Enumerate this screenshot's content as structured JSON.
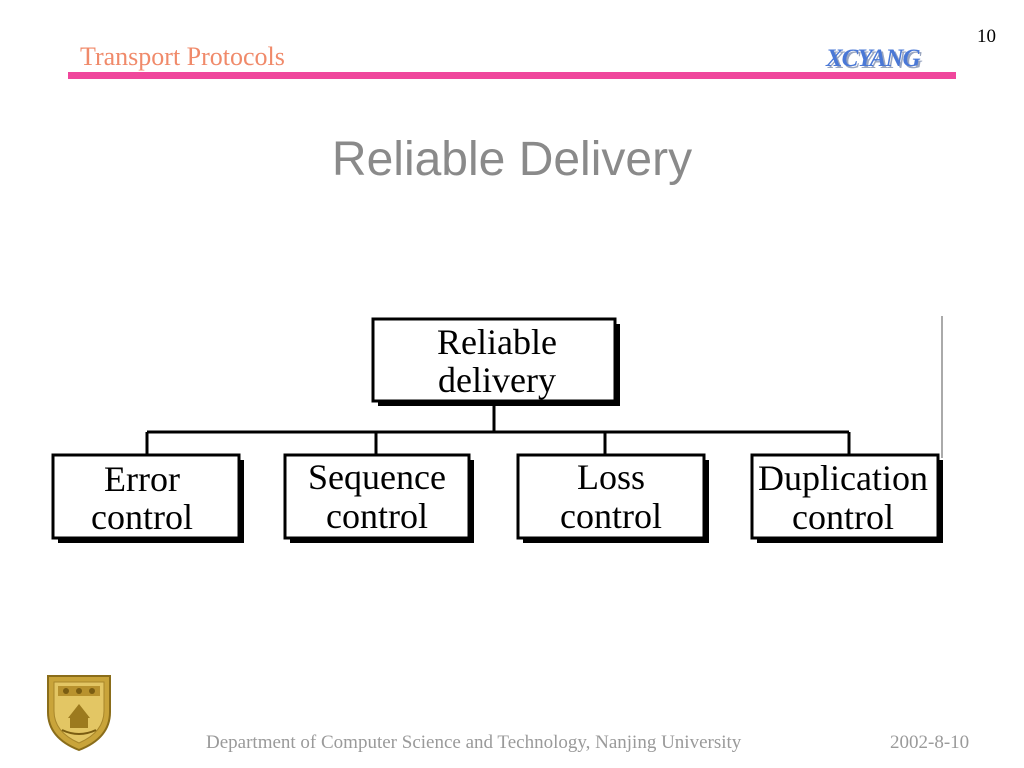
{
  "header": {
    "title": "Transport Protocols",
    "brand": "XCYANG",
    "page_number": "10"
  },
  "slide": {
    "title": "Reliable Delivery"
  },
  "diagram": {
    "root": {
      "line1": "Reliable",
      "line2": "delivery"
    },
    "children": [
      {
        "line1": "Error",
        "line2": "control"
      },
      {
        "line1": "Sequence",
        "line2": "control"
      },
      {
        "line1": "Loss",
        "line2": "control"
      },
      {
        "line1": "Duplication",
        "line2": "control"
      }
    ]
  },
  "footer": {
    "department": "Department of Computer Science and Technology, Nanjing University",
    "date": "2002-8-10"
  },
  "colors": {
    "header_title": "#f08a6a",
    "rule": "#f0469c",
    "brand": "#4a78d6",
    "title_gray": "#8a8a8a"
  }
}
